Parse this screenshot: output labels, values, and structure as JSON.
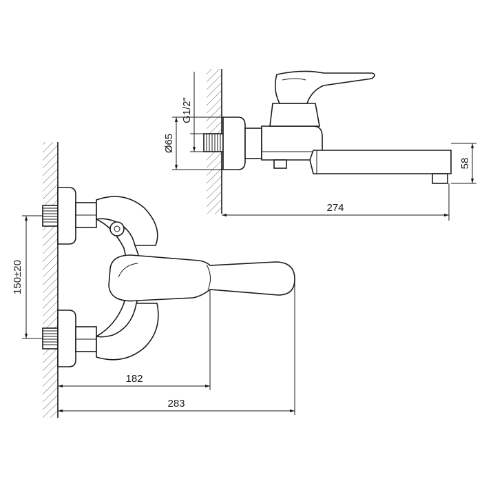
{
  "dimensions": {
    "top_thread": "G1/2\"",
    "top_flange_diameter": "Ø65",
    "top_spout_height": "58",
    "top_spout_length": "274",
    "front_spacing": "150±20",
    "front_handle_length": "182",
    "front_total_length": "283"
  }
}
